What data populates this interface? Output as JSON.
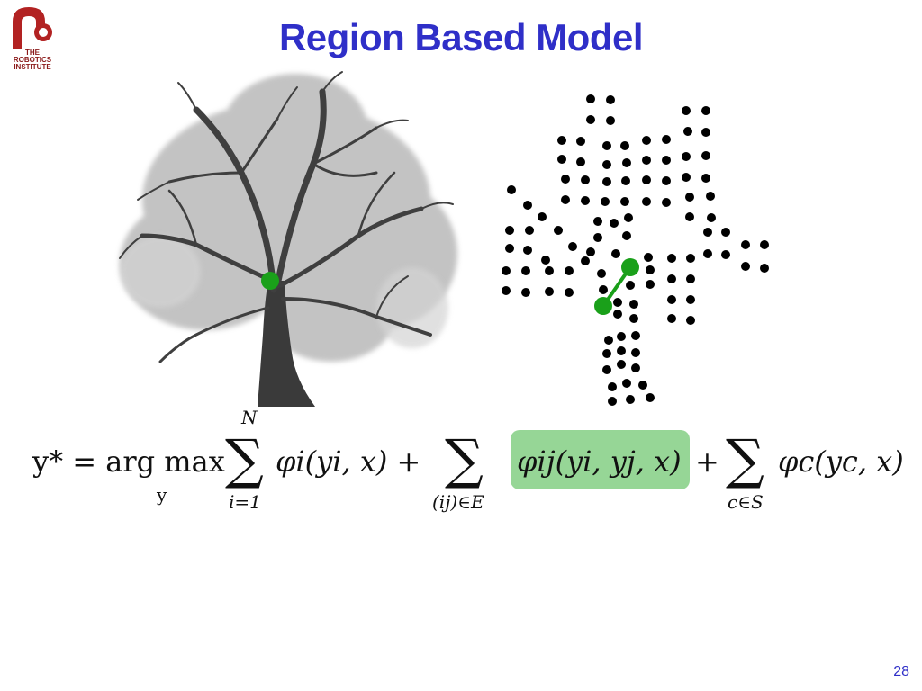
{
  "logo": {
    "line1": "THE",
    "line2": "ROBOTICS",
    "line3": "INSTITUTE",
    "color": "#a52a2a"
  },
  "slide": {
    "title": "Region Based Model",
    "page_number": "28",
    "title_color": "#2f2fc8"
  },
  "figure": {
    "tree_image": "tree-photo",
    "node_color": "#000000",
    "highlight_color": "#1aa01a"
  },
  "equation": {
    "lhs": "y* = arg max",
    "argmax_sub": "y",
    "sum1_upper": "N",
    "sum1_lower": "i=1",
    "unary_term": "φi(yi, x) +",
    "sum2_lower": "(ij)∈E",
    "pairwise_term": "φij(yi, yj, x)",
    "plus": "+",
    "sum3_lower": "c∈S",
    "higher_order_term": "φc(yc, x)",
    "highlight_color": "#96d696"
  }
}
